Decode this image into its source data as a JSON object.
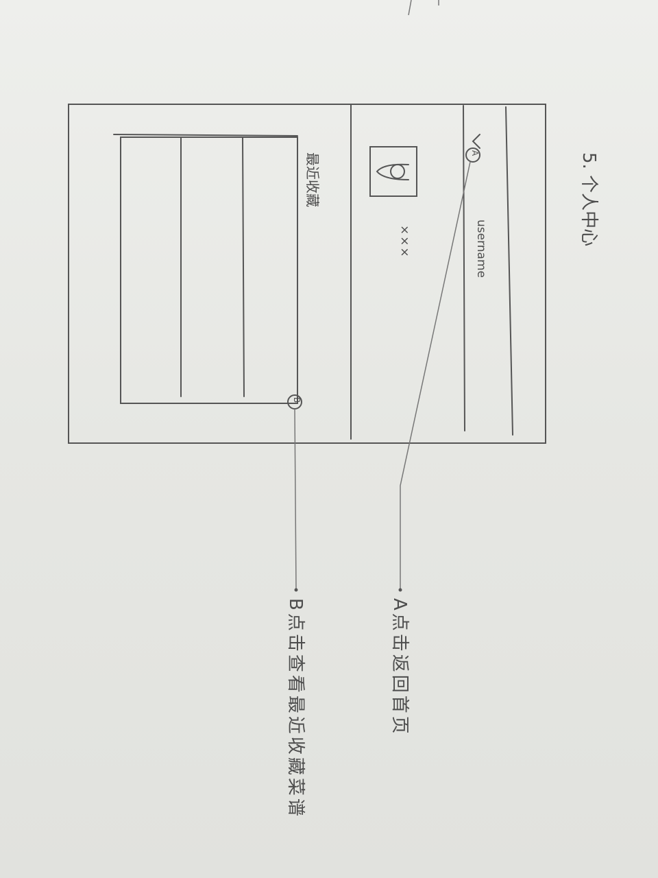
{
  "page_title": "5. 个人中心",
  "header": {
    "back_icon": "chevron-left-icon",
    "username_label": "username",
    "marker_a": "A"
  },
  "profile": {
    "avatar_icon": "user-icon",
    "name_value": "×××"
  },
  "recent": {
    "section_label": "最近收藏",
    "marker_b": "B"
  },
  "annotations": [
    {
      "marker": "A",
      "text": "A点击返回首页"
    },
    {
      "marker": "B",
      "text": "B点击查看最近收藏菜谱"
    }
  ]
}
